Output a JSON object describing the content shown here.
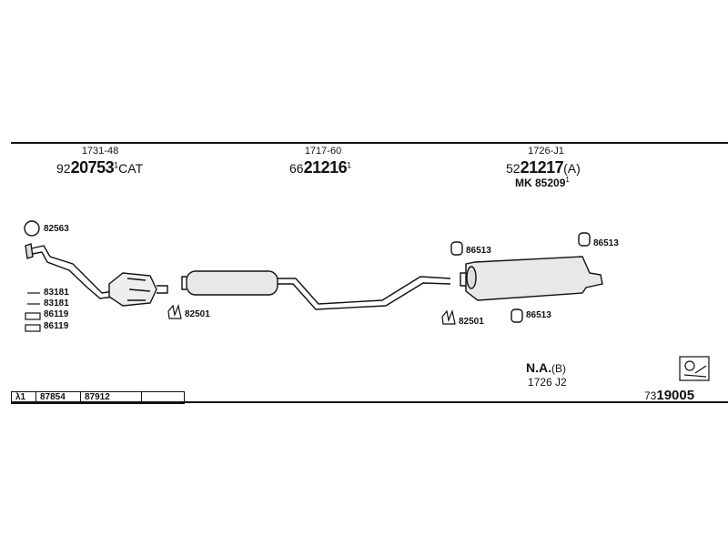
{
  "sections": [
    {
      "ref": "1731-48",
      "prefix": "92",
      "number": "20753",
      "sup": "1",
      "suffix": "CAT"
    },
    {
      "ref": "1717-60",
      "prefix": "66",
      "number": "21216",
      "sup": "1",
      "suffix": ""
    },
    {
      "ref": "1726-J1",
      "prefix": "52",
      "number": "21217",
      "sup": "",
      "suffix": "(A)"
    }
  ],
  "mk": {
    "text": "MK 85209",
    "sup": "1"
  },
  "parts": {
    "ring": "82563",
    "left_list": [
      "83181",
      "83181",
      "86119",
      "86119"
    ],
    "clamp_left": "82501",
    "clamp_right": "82501",
    "hanger_a": "86513",
    "hanger_b": "86513",
    "hanger_c": "86513"
  },
  "na": {
    "text": "N.A.",
    "suffix": "(B)",
    "ref": "1726 J2"
  },
  "table": [
    "λ1",
    "87854",
    "87912",
    ""
  ],
  "catalog": {
    "prefix": "73",
    "number": "19005"
  }
}
